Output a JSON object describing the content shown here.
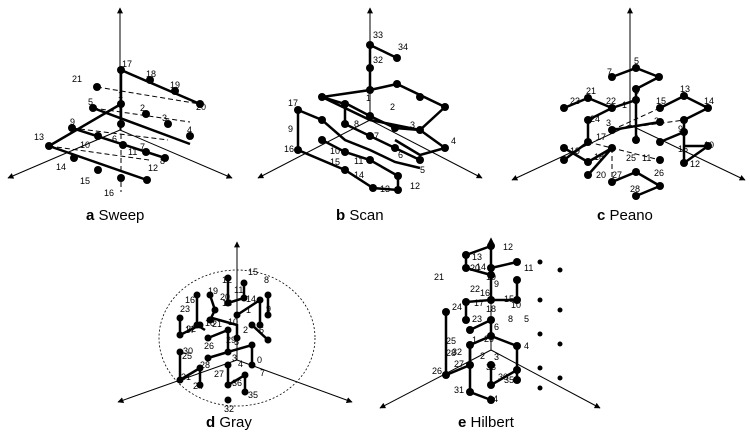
{
  "panels": {
    "a": {
      "letter": "a",
      "name": "Sweep",
      "labels": [
        "21",
        "17",
        "18",
        "19",
        "20",
        "5",
        "9",
        "1",
        "2",
        "3",
        "4",
        "13",
        "10",
        "6",
        "7",
        "8",
        "11",
        "12",
        "14",
        "15",
        "16"
      ]
    },
    "b": {
      "letter": "b",
      "name": "Scan",
      "labels": [
        "33",
        "34",
        "32",
        "17",
        "1",
        "2",
        "9",
        "8",
        "7",
        "3",
        "16",
        "10",
        "15",
        "11",
        "6",
        "4",
        "5",
        "14",
        "13",
        "12"
      ]
    },
    "c": {
      "letter": "c",
      "name": "Peano",
      "labels": [
        "5",
        "7",
        "6",
        "13",
        "8",
        "21",
        "22",
        "15",
        "14",
        "23",
        "24",
        "1",
        "3",
        "2",
        "17",
        "4",
        "9",
        "16",
        "10",
        "19",
        "18",
        "25",
        "11",
        "12",
        "20",
        "27",
        "26",
        "28"
      ]
    },
    "d": {
      "letter": "d",
      "name": "Gray",
      "labels": [
        "15",
        "8",
        "12",
        "11",
        "19",
        "20",
        "14",
        "13",
        "9",
        "16",
        "23",
        "22",
        "18",
        "21",
        "10",
        "17",
        "1",
        "6",
        "29",
        "2",
        "30",
        "25",
        "26",
        "5",
        "28",
        "3",
        "27",
        "4",
        "0",
        "7",
        "31",
        "24",
        "36",
        "35",
        "32"
      ]
    },
    "e": {
      "letter": "e",
      "name": "Hilbert",
      "labels": [
        "12",
        "13",
        "20",
        "14",
        "11",
        "21",
        "22",
        "19",
        "9",
        "16",
        "15",
        "10",
        "17",
        "24",
        "18",
        "8",
        "23",
        "6",
        "5",
        "29",
        "25",
        "1",
        "28",
        "4",
        "32",
        "2",
        "3",
        "27",
        "33",
        "26",
        "30",
        "35",
        "31",
        "34"
      ]
    }
  }
}
